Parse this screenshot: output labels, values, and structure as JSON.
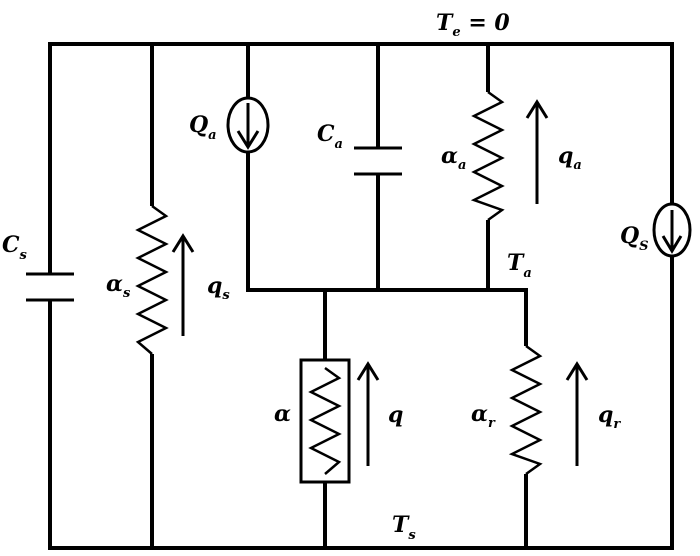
{
  "labels": {
    "Te": {
      "main": "T",
      "sub": "e",
      "suffix": " = 0"
    },
    "Cs": {
      "main": "C",
      "sub": "s"
    },
    "alpha_s": {
      "main": "α",
      "sub": "s"
    },
    "qs": {
      "main": "q",
      "sub": "s"
    },
    "Qa": {
      "main": "Q",
      "sub": "a"
    },
    "Ca": {
      "main": "C",
      "sub": "a"
    },
    "alpha_a": {
      "main": "α",
      "sub": "a"
    },
    "qa": {
      "main": "q",
      "sub": "a"
    },
    "QS": {
      "main": "Q",
      "sub": "S"
    },
    "Ta": {
      "main": "T",
      "sub": "a"
    },
    "alpha": {
      "main": "α"
    },
    "q": {
      "main": "q"
    },
    "alpha_r": {
      "main": "α",
      "sub": "r"
    },
    "qr": {
      "main": "q",
      "sub": "r"
    },
    "Ts": {
      "main": "T",
      "sub": "s"
    }
  }
}
